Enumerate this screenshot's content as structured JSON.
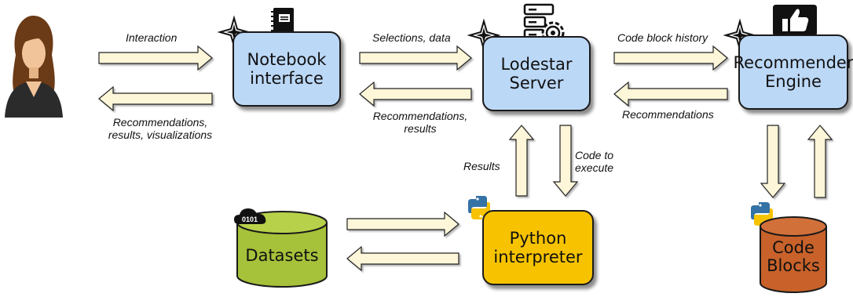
{
  "colors": {
    "node_fill": "#bcd8f7",
    "python_fill": "#f7c300",
    "datasets_fill": "#a6c13a",
    "codeblocks_fill": "#c8622a",
    "arrow_fill": "#fdf6d9"
  },
  "nodes": {
    "notebook": {
      "label": "Notebook\ninterface",
      "icon": "notebook-icon"
    },
    "server": {
      "label": "Lodestar\nServer",
      "icon": "server-gear-icon"
    },
    "recommender": {
      "label": "Recommender\nEngine",
      "icon": "thumbs-up-icon"
    },
    "python": {
      "label": "Python\ninterpreter",
      "icon": "python-logo-icon"
    },
    "datasets": {
      "label": "Datasets",
      "badge": "0101"
    },
    "codeblocks": {
      "label": "Code\nBlocks",
      "icon": "python-logo-icon"
    }
  },
  "edges": {
    "interaction": "Interaction",
    "nb_recs": "Recommendations,\nresults, visualizations",
    "selections": "Selections, data",
    "srv_recs": "Recommendations,\nresults",
    "history": "Code block history",
    "eng_recs": "Recommendations",
    "results": "Results",
    "code_exec": "Code to\nexecute"
  }
}
